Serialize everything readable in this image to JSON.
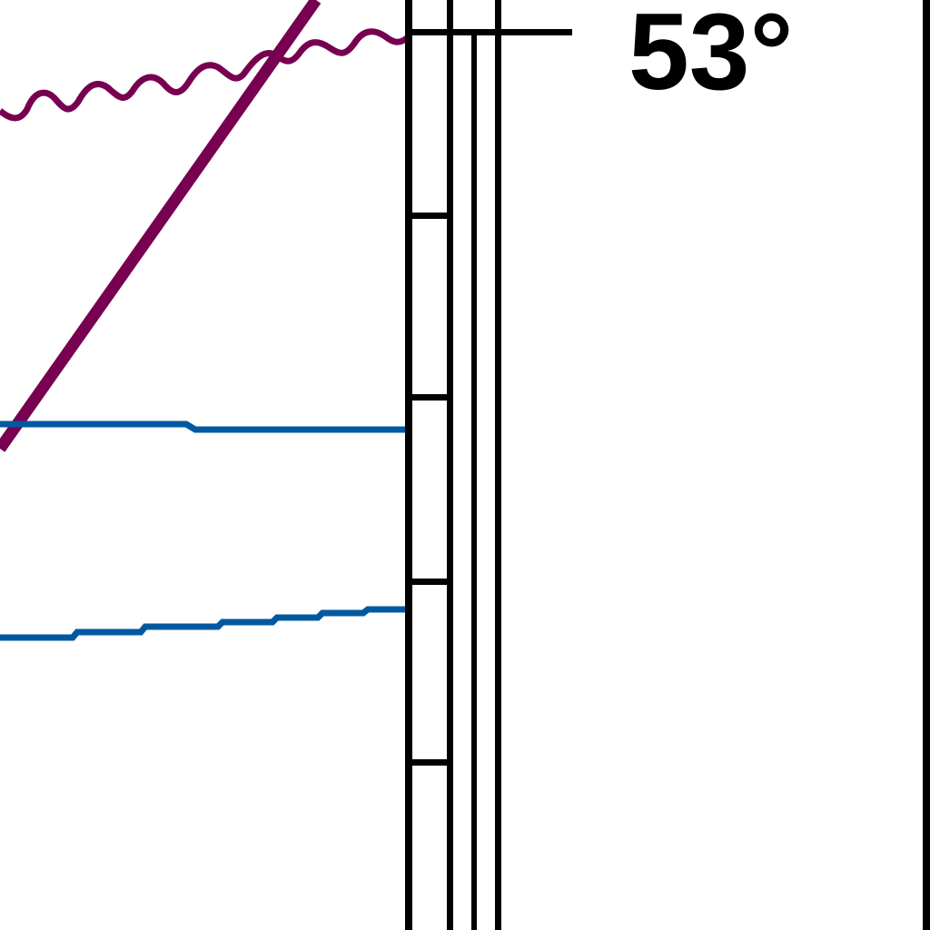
{
  "map": {
    "latitude_label": "53°",
    "colors": {
      "background": "#ffffff",
      "frame": "#000000",
      "isobath": "#0059a0",
      "rhumb_line": "#770050"
    },
    "features": [
      "wavy-boundary-line",
      "diagonal-track-line",
      "isobath-line",
      "isobath-line",
      "neatline-border"
    ]
  }
}
